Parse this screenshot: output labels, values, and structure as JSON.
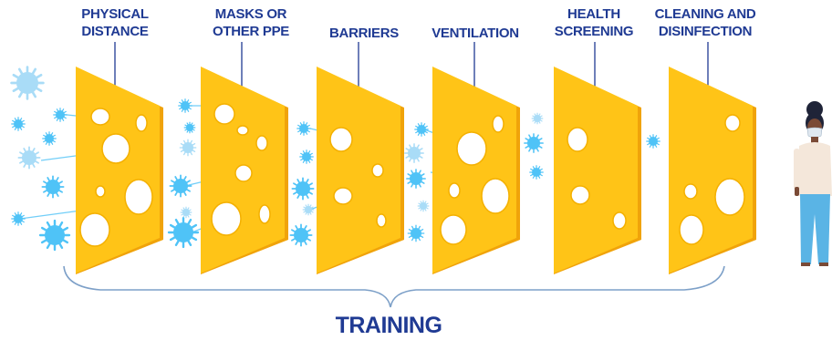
{
  "layers": [
    {
      "lines": [
        "PHYSICAL",
        "DISTANCE"
      ]
    },
    {
      "lines": [
        "MASKS OR",
        "OTHER PPE"
      ]
    },
    {
      "lines": [
        "BARRIERS"
      ]
    },
    {
      "lines": [
        "VENTILATION"
      ]
    },
    {
      "lines": [
        "HEALTH",
        "SCREENING"
      ]
    },
    {
      "lines": [
        "CLEANING AND",
        "DISINFECTION"
      ]
    }
  ],
  "footer": {
    "label": "TRAINING"
  },
  "icons": {
    "slice": "cheese-slice-icon",
    "virus": "virus-icon",
    "person": "masked-person-icon"
  },
  "colors": {
    "title": "#1f3a93",
    "cheese": "#ffc417",
    "cheese_dark": "#f0a30a",
    "virus": "#4fc3f7",
    "virus_pale": "#a9dcf7",
    "bracket": "#7da0c8",
    "person_shirt": "#f4e7da",
    "person_pants": "#5ab4e5",
    "person_skin": "#7a4a36",
    "person_hair": "#1f2438"
  }
}
